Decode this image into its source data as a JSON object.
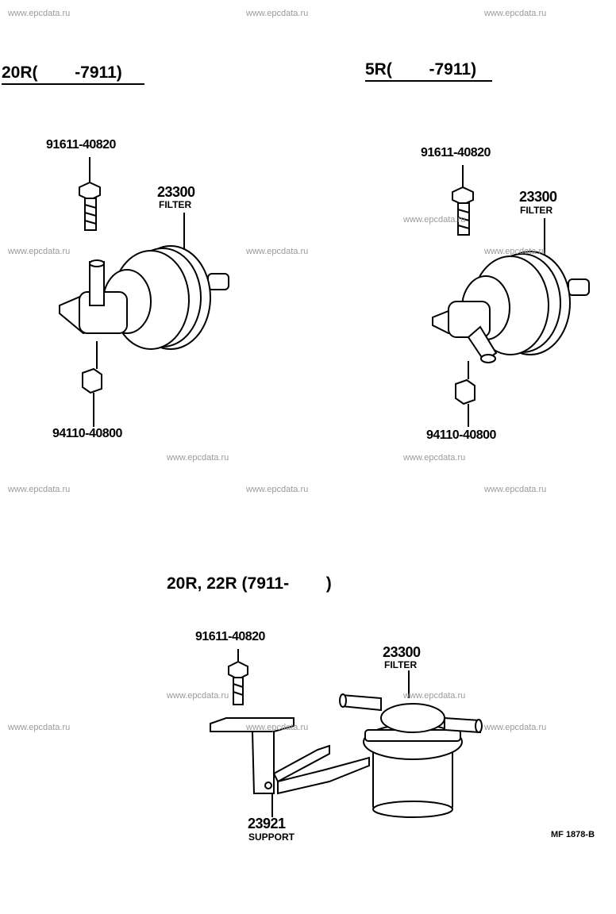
{
  "watermark": "www.epcdata.ru",
  "sections": [
    {
      "title": "20R(        -7911)",
      "bolt": "91611-40820",
      "filter_no": "23300",
      "filter_name": "FILTER",
      "nut": "94110-40800"
    },
    {
      "title": "5R(        -7911)",
      "bolt": "91611-40820",
      "filter_no": "23300",
      "filter_name": "FILTER",
      "nut": "94110-40800"
    },
    {
      "title": "20R, 22R (7911-        )",
      "bolt": "91611-40820",
      "filter_no": "23300",
      "filter_name": "FILTER",
      "support_no": "23921",
      "support_name": "SUPPORT"
    }
  ],
  "drawing_code": "MF 1878-B"
}
